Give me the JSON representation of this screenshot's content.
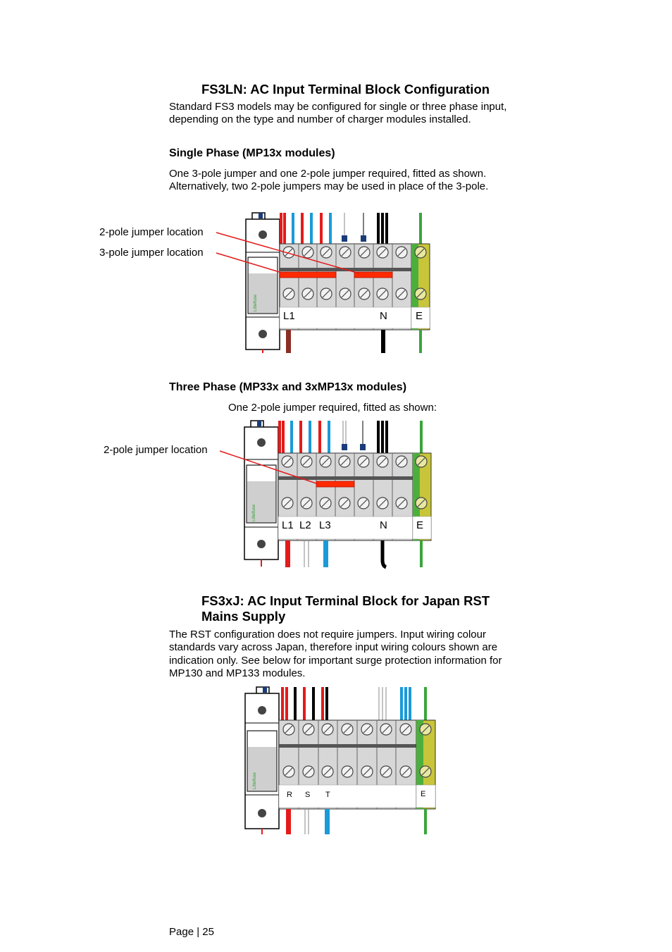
{
  "section1": {
    "title": "FS3LN: AC Input Terminal Block Configuration",
    "intro": "Standard FS3 models may be configured for single or three phase input, depending on the type and number of charger modules installed.",
    "single_phase": {
      "heading": "Single Phase (MP13x modules)",
      "text": "One 3-pole jumper and one 2-pole jumper required, fitted as shown. Alternatively, two 2-pole jumpers may be used in place of the 3-pole.",
      "callout_2pole": "2-pole jumper location",
      "callout_3pole": "3-pole jumper location",
      "labels": [
        "L1",
        "N",
        "E"
      ]
    },
    "three_phase": {
      "heading": "Three Phase (MP33x and 3xMP13x modules)",
      "text": "One 2-pole jumper required, fitted as shown:",
      "callout_2pole": "2-pole jumper location",
      "labels": [
        "L1",
        "L2",
        "L3",
        "N",
        "E"
      ]
    }
  },
  "section2": {
    "title_line1": "FS3xJ: AC Input Terminal Block for Japan RST",
    "title_line2": "Mains Supply",
    "text": "The RST configuration does not require jumpers. Input wiring colour standards vary across Japan, therefore input wiring colours shown are indication only. See below for important surge protection information for MP130 and MP133 modules.",
    "labels": [
      "R",
      "S",
      "T",
      "E"
    ]
  },
  "fuse_brand": "Littelfuse",
  "colors": {
    "live": "#e31b1b",
    "neutral_blue": "#1a9ad9",
    "brown": "#8b2e23",
    "black": "#000000",
    "earth_green": "#2f9e2f",
    "earth_yellow": "#d9c22b",
    "jumper": "#ff2a00"
  },
  "footer": {
    "page": "Page | 25"
  }
}
